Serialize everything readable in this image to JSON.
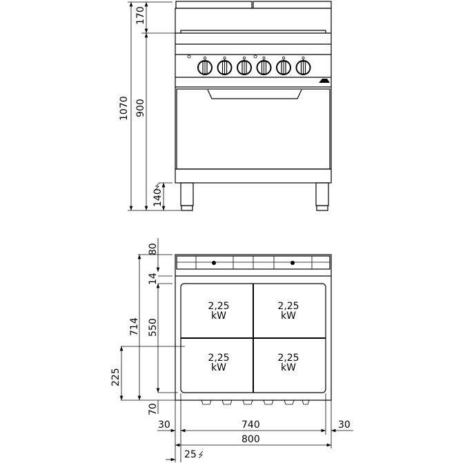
{
  "front_view": {
    "dimensions": {
      "total_height": "1070",
      "top_height": "170",
      "body_height": "900",
      "leg_height": "140"
    },
    "knob_count": 6
  },
  "top_view": {
    "dimensions": {
      "back_rail": "80",
      "gap": "14",
      "depth": "714",
      "plate_depth": "550",
      "adjust": "225",
      "front": "70",
      "left_margin": "30",
      "plate_width": "740",
      "right_margin": "30",
      "total_width": "800",
      "side": "25"
    },
    "plates": [
      {
        "power": "2,25",
        "unit": "kW"
      },
      {
        "power": "2,25",
        "unit": "kW"
      },
      {
        "power": "2,25",
        "unit": "kW"
      },
      {
        "power": "2,25",
        "unit": "kW"
      }
    ]
  }
}
